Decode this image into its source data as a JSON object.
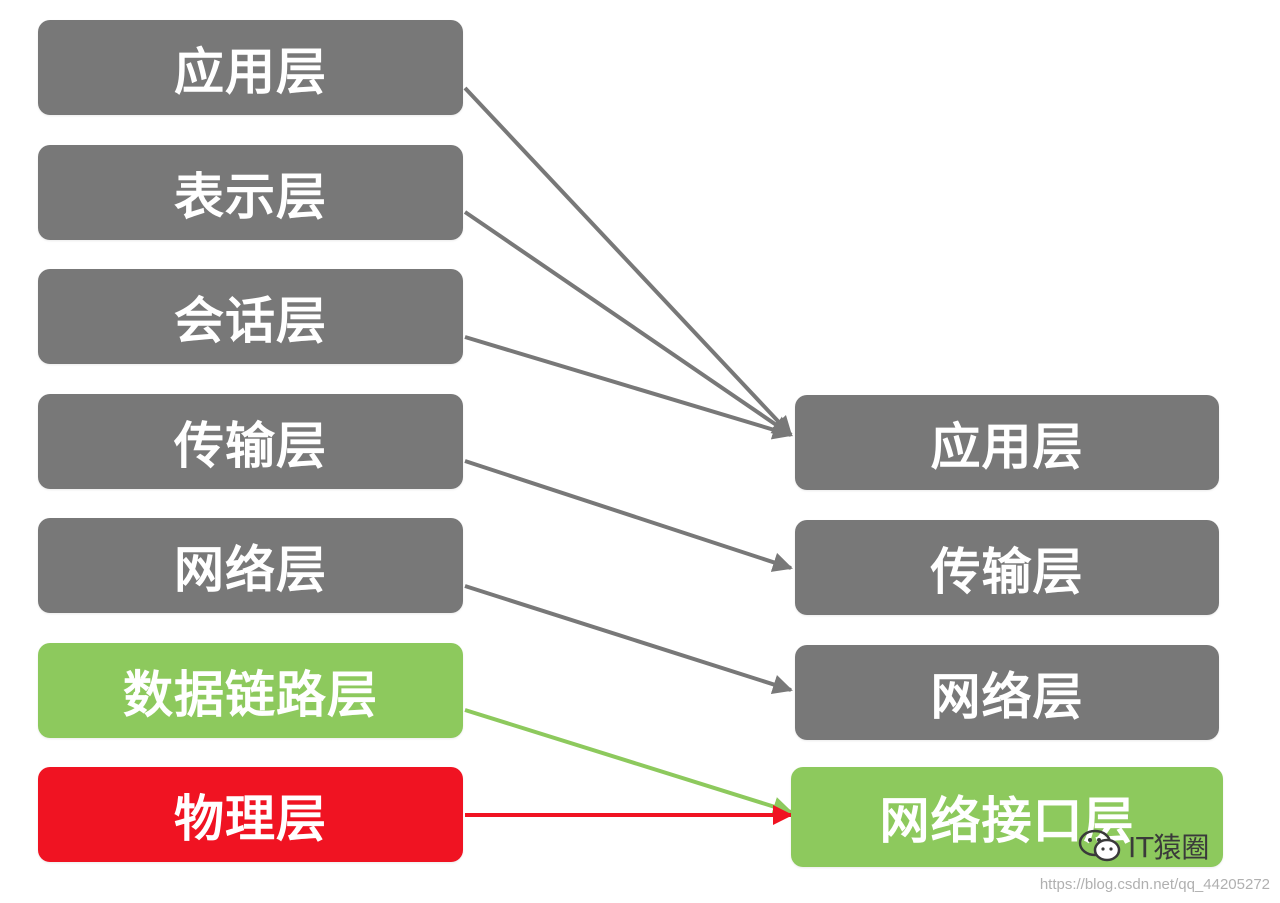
{
  "colors": {
    "gray": "#787878",
    "green": "#8dc95d",
    "red": "#f01322"
  },
  "osi_layers": [
    {
      "label": "应用层",
      "color": "gray"
    },
    {
      "label": "表示层",
      "color": "gray"
    },
    {
      "label": "会话层",
      "color": "gray"
    },
    {
      "label": "传输层",
      "color": "gray"
    },
    {
      "label": "网络层",
      "color": "gray"
    },
    {
      "label": "数据链路层",
      "color": "green"
    },
    {
      "label": "物理层",
      "color": "red"
    }
  ],
  "tcpip_layers": [
    {
      "label": "应用层",
      "color": "gray"
    },
    {
      "label": "传输层",
      "color": "gray"
    },
    {
      "label": "网络层",
      "color": "gray"
    },
    {
      "label": "网络接口层",
      "color": "green"
    }
  ],
  "mappings": [
    {
      "from": 0,
      "to": 0,
      "color": "gray"
    },
    {
      "from": 1,
      "to": 0,
      "color": "gray"
    },
    {
      "from": 2,
      "to": 0,
      "color": "gray"
    },
    {
      "from": 3,
      "to": 1,
      "color": "gray"
    },
    {
      "from": 4,
      "to": 2,
      "color": "gray"
    },
    {
      "from": 5,
      "to": 3,
      "color": "green"
    },
    {
      "from": 6,
      "to": 3,
      "color": "red"
    }
  ],
  "watermark": {
    "icon": "wechat-icon",
    "text": "IT猿圈"
  },
  "source_url": "https://blog.csdn.net/qq_44205272"
}
